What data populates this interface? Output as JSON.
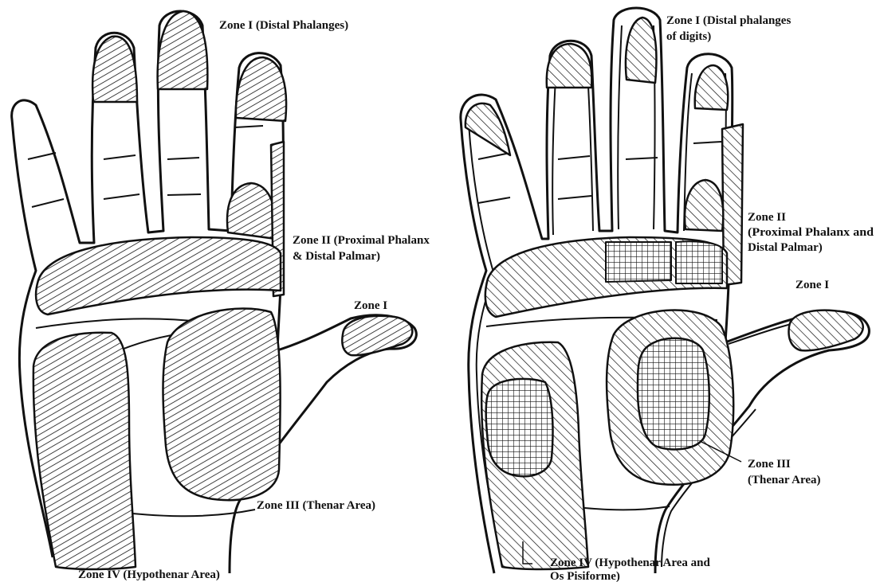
{
  "left_figure": {
    "labels": {
      "zone1_fingers": "Zone I (Distal Phalanges)",
      "zone2_line1": "Zone II (Proximal Phalanx",
      "zone2_line2": "& Distal Palmar)",
      "zone1_thumb": "Zone I",
      "zone3": "Zone III (Thenar Area)",
      "zone4": "Zone IV (Hypothenar Area)"
    }
  },
  "right_figure": {
    "labels": {
      "zone1_line1": "Zone I  (Distal phalanges",
      "zone1_line2": "of digits)",
      "zone2_line1": "Zone II",
      "zone2_line2": "(Proximal Phalanx and",
      "zone2_line3": "Distal Palmar)",
      "zone1_thumb": "Zone I",
      "zone3_line1": "Zone III",
      "zone3_line2": "(Thenar Area)",
      "zone4_line1": "Zone IV (Hypothenar Area and",
      "zone4_line2": "Os Pisiforme)"
    }
  },
  "colors": {
    "ink": "#111111",
    "background": "#ffffff"
  }
}
